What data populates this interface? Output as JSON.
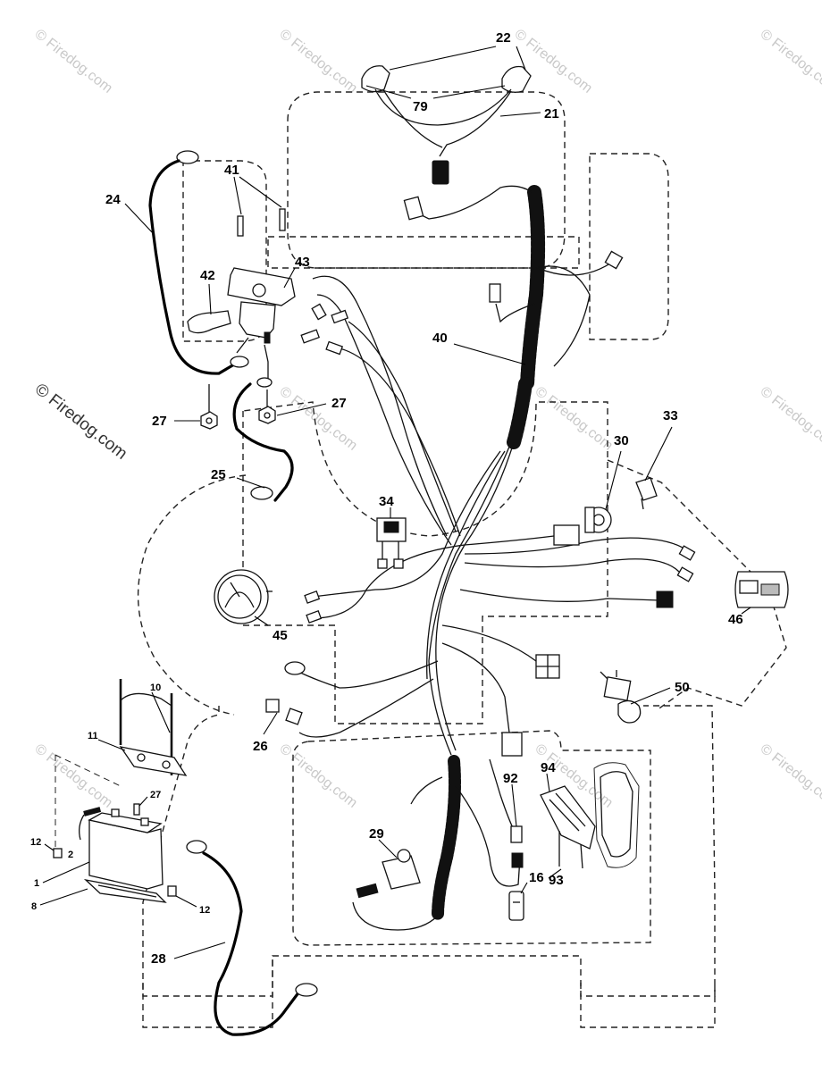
{
  "watermark": {
    "text": "© Firedog.com"
  },
  "callouts": {
    "c22": "22",
    "c79": "79",
    "c21": "21",
    "c41": "41",
    "c24": "24",
    "c42": "42",
    "c43": "43",
    "c40": "40",
    "c27a": "27",
    "c27b": "27",
    "c25": "25",
    "c33": "33",
    "c30": "30",
    "c34": "34",
    "c45": "45",
    "c46": "46",
    "c50": "50",
    "c10": "10",
    "c11": "11",
    "c26": "26",
    "c94": "94",
    "c92": "92",
    "c27c": "27",
    "c2": "2",
    "c12a": "12",
    "c29": "29",
    "c1": "1",
    "c8": "8",
    "c12b": "12",
    "c16": "16",
    "c93": "93",
    "c28": "28"
  },
  "colors": {
    "line": "#111111",
    "watermark": "#c9c9c9",
    "background": "#ffffff"
  }
}
